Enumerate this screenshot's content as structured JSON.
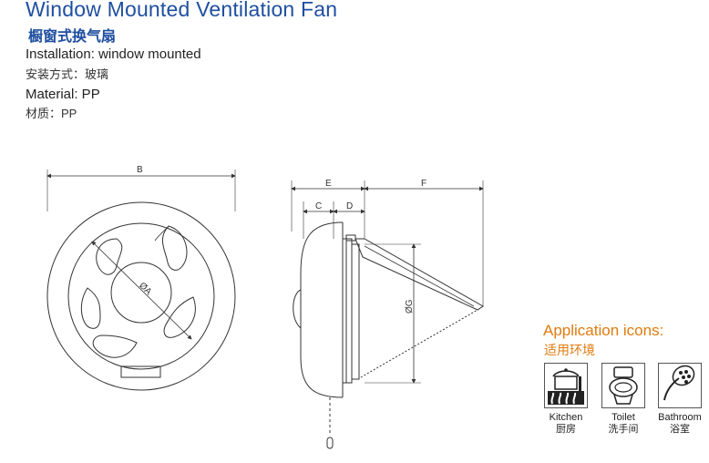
{
  "header": {
    "title_en": "Window Mounted Ventilation Fan",
    "title_cn": "橱窗式换气扇"
  },
  "specs": {
    "installation_en": "Installation: window mounted",
    "installation_cn": "安装方式：玻璃",
    "material_en": "Material: PP",
    "material_cn": "材质：PP"
  },
  "dimensions": {
    "front_width": "B",
    "diameter_a": "ØA",
    "side_e": "E",
    "side_c": "C",
    "side_d": "D",
    "side_f": "F",
    "diameter_g": "ØG"
  },
  "applications": {
    "title_en": "Application icons:",
    "title_cn": "适用环境",
    "items": [
      {
        "icon": "kitchen-icon",
        "label_en": "Kitchen",
        "label_cn": "厨房"
      },
      {
        "icon": "toilet-icon",
        "label_en": "Toilet",
        "label_cn": "洗手间"
      },
      {
        "icon": "shower-icon",
        "label_en": "Bathroom",
        "label_cn": "浴室"
      }
    ]
  },
  "colors": {
    "title": "#1f4fa0",
    "application": "#e07b10",
    "line": "#333333"
  }
}
